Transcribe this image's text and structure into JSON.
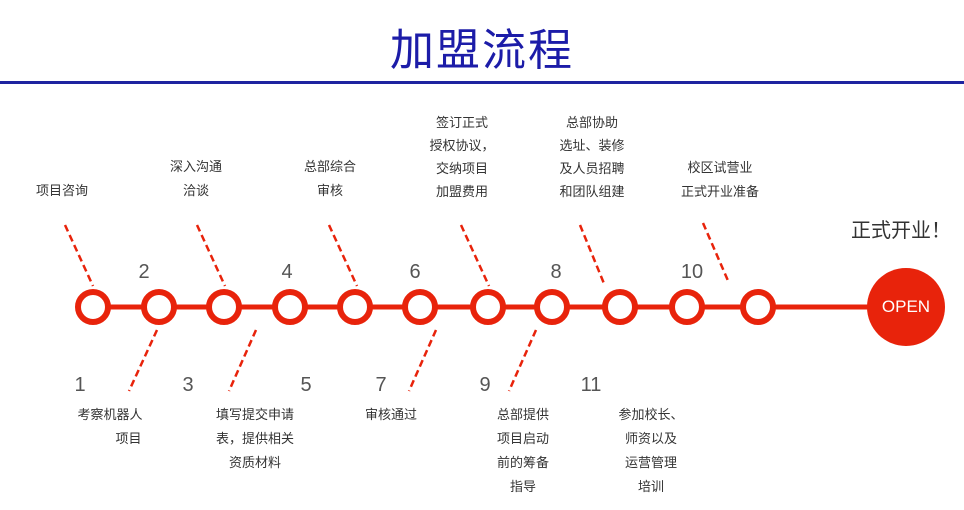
{
  "title": "加盟流程",
  "finale": "正式开业！",
  "open_label": "OPEN",
  "accent_color": "#e8230b",
  "title_color": "#1c1ca8",
  "steps": [
    {
      "num": "1",
      "lines": [
        "项目咨询"
      ],
      "num_below": [
        "考察机器人",
        "项目"
      ]
    },
    {
      "num": "2",
      "lines": [
        "深入沟通",
        "洽谈"
      ]
    },
    {
      "num": "3",
      "lines": [
        "填写提交申请",
        "表，提供相关",
        "资质材料"
      ]
    },
    {
      "num": "4",
      "lines": [
        "总部综合",
        "审核"
      ]
    },
    {
      "num": "5",
      "lines": [
        "审核通过"
      ]
    },
    {
      "num": "6",
      "lines": [
        "签订正式",
        "授权协议，",
        "交纳项目",
        "加盟费用"
      ]
    },
    {
      "num": "7",
      "lines": [
        "总部提供",
        "项目启动",
        "前的筹备",
        "指导"
      ]
    },
    {
      "num": "8",
      "lines": [
        "总部协助",
        "选址、装修",
        "及人员招聘",
        "和团队组建"
      ]
    },
    {
      "num": "9",
      "lines": [
        "参加校长、",
        "师资以及",
        "运营管理",
        "培训"
      ]
    },
    {
      "num": "10",
      "lines": [
        "校区试营业",
        "正式开业准备"
      ]
    },
    {
      "num": "11",
      "lines": []
    }
  ]
}
